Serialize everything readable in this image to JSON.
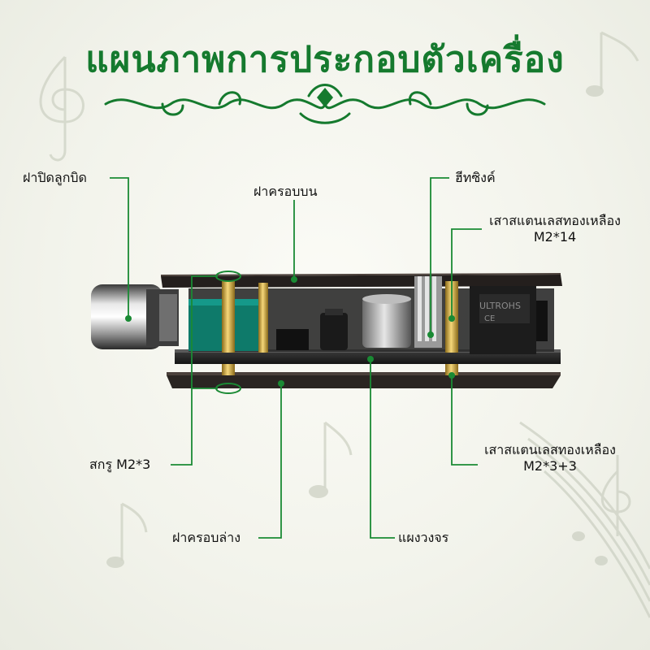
{
  "title": "แผนภาพการประกอบตัวเครื่อง",
  "labels": {
    "knob_cap": "ฝาปิดลูกบิด",
    "top_cover": "ฝาครอบบน",
    "heatsink": "ฮีทซิงค์",
    "standoff_14_l1": "เสาสแตนเลสทองเหลือง",
    "standoff_14_l2": "M2*14",
    "screw": "สกรู M2*3",
    "standoff_33_l1": "เสาสแตนเลสทองเหลือง",
    "standoff_33_l2": "M2*3+3",
    "bottom_cover": "ฝาครอบล่าง",
    "circuit_board": "แผงวงจร"
  },
  "part_marks": {
    "transformer": "ULTROHS",
    "transformer_sub": "CE"
  },
  "colors": {
    "accent": "#157a2e",
    "leader": "#1a8a34",
    "text": "#111111",
    "background": "#f3f4ec"
  }
}
